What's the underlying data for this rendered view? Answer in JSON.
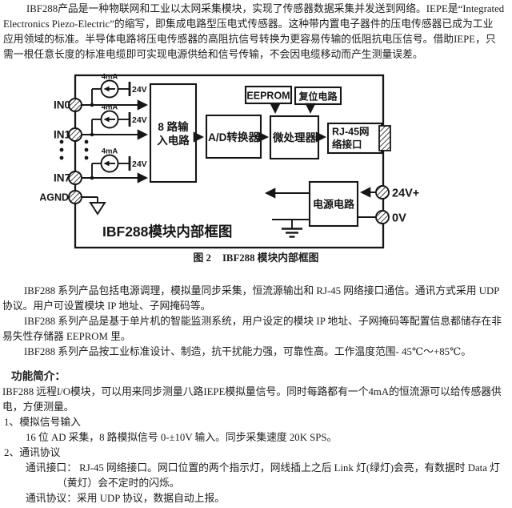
{
  "ink_color": "#161616",
  "intro": {
    "lines": [
      {
        "t": "IBF288产品是一种物联网和工业以太网采集模块，实现了传感器数据采集并发送到网络。IEPE是“Integrated",
        "ind": 33
      },
      {
        "t": "Electronics Piezo-Electric”的缩写，即集成电路型压电式传感器。这种带内置电子器件的压电传感器已成为工业",
        "ind": 4
      },
      {
        "t": "应用领域的标准。半导体电路将压电传感器的高阻抗信号转换为更容易传输的低阻抗电压信号。借助IEPE，只",
        "ind": 4
      },
      {
        "t": "需一根任意长度的标准电缆即可实现电源供给和信号传输，不会因电缆移动而产生测量误差。",
        "ind": 4
      }
    ]
  },
  "figure": {
    "terminals": {
      "in0": "IN0",
      "in1": "IN1",
      "in7": "IN7",
      "agnd": "AGND",
      "v24": "24V+",
      "v0": "0V"
    },
    "current_source": "4mA",
    "supply": "24V",
    "blocks": {
      "input_line1": "8 路输",
      "input_line2": "入电路",
      "adc": "A/D转换器",
      "eeprom": "EEPROM",
      "reset": "复位电路",
      "mcu": "微处理器",
      "rj45_line1": "RJ-45网",
      "rj45_line2": "络接口",
      "power": "电源电路"
    },
    "inner_title": "IBF288模块内部框图"
  },
  "caption": {
    "fig_no": "图 2",
    "text": "IBF288 模块内部框图"
  },
  "description": {
    "lines": [
      {
        "t": "IBF288 系列产品包括电源调理，模拟量同步采集，恒流源输出和 RJ-45 网络接口通信。通讯方式采用 UDP",
        "ind": 30
      },
      {
        "t": "协议。用户可设置模块 IP 地址、子网掩码等。",
        "ind": 3
      },
      {
        "t": "IBF288 系列产品是基于单片机的智能监测系统，用户设定的模块 IP 地址、子网掩码等配置信息都储存在非",
        "ind": 30
      },
      {
        "t": "易失性存储器 EEPROM 里。",
        "ind": 3
      },
      {
        "t": "IBF288 系列产品按工业标准设计、制造，抗干扰能力强，可靠性高。工作温度范围- 45℃～+85℃。",
        "ind": 30
      }
    ]
  },
  "features": {
    "heading": "功能简介：",
    "lines": [
      {
        "t": "IBF288 远程I/O模块，可以用来同步测量八路IEPE模拟量信号。同时每路都有一个4mA的恒流源可以给传感器供",
        "ind": 3
      },
      {
        "t": "电，方便测量。",
        "ind": 3
      },
      {
        "t": "1、模拟信号输入",
        "ind": 5
      },
      {
        "t": "16 位 AD 采集，8 路模拟信号 0-±10V 输入。同步采集速度 20K SPS。",
        "ind": 32
      },
      {
        "t": "2、通讯协议",
        "ind": 5
      },
      {
        "t": "通讯接口： RJ-45 网络接口。网口位置的两个指示灯，网线插上之后 Link 灯(绿灯)会亮，有数据时 Data 灯",
        "ind": 32
      },
      {
        "t": "（黄灯）会不定时的闪烁。",
        "ind": 71
      },
      {
        "t": "通讯协议：采用 UDP 协议，数据自动上报。",
        "ind": 32
      }
    ]
  }
}
